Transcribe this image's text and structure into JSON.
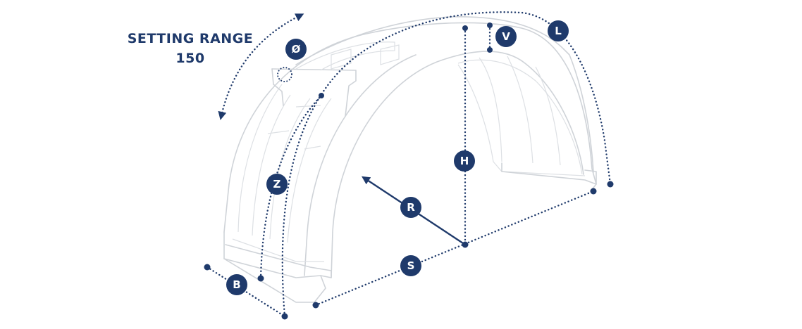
{
  "title": {
    "line1": "SETTING RANGE",
    "line2": "150"
  },
  "dimension_labels": {
    "diameter": "Ø",
    "V": "V",
    "L": "L",
    "H": "H",
    "Z": "Z",
    "R": "R",
    "S": "S",
    "B": "B"
  },
  "colors": {
    "accent": "#1f3a6b",
    "outline": "#cfd3d8",
    "background": "#ffffff"
  },
  "icons": {
    "range_arrow": "curved-double-arrow"
  }
}
